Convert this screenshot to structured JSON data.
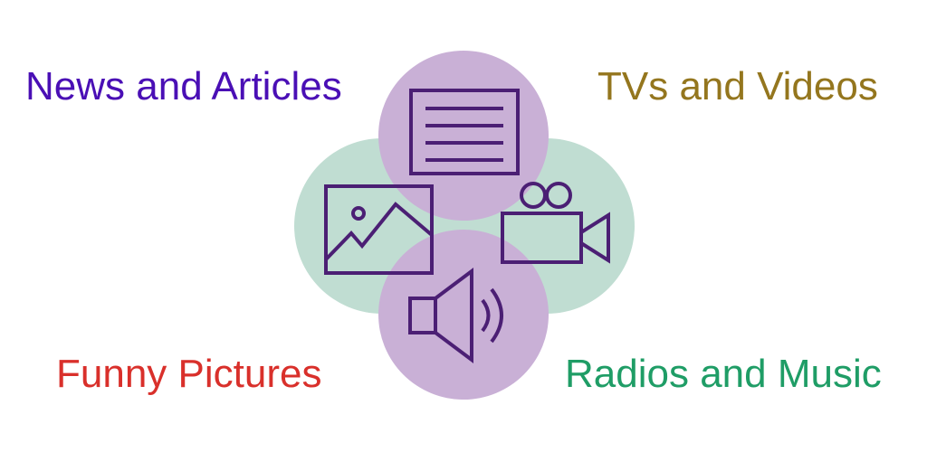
{
  "labels": {
    "news": "News and Articles",
    "tv": "TVs and Videos",
    "funny": "Funny Pictures",
    "radio": "Radios and Music"
  },
  "colors": {
    "news": "#4a0fb5",
    "tv": "#94761e",
    "funny": "#d9302b",
    "radio": "#1f9d66",
    "circle_purple": "#c9b0d6",
    "circle_green": "#c0ddd2",
    "icon_stroke": "#4b1f74"
  },
  "icons": [
    "document-icon",
    "picture-icon",
    "video-camera-icon",
    "speaker-icon"
  ]
}
